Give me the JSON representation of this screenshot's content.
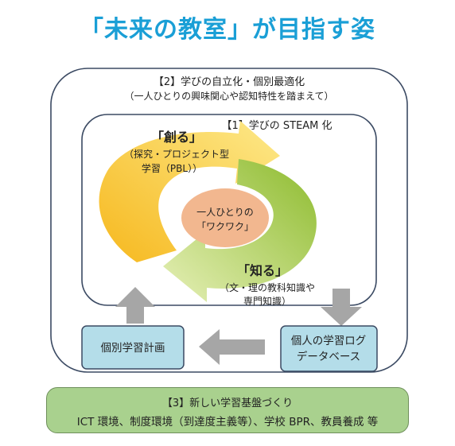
{
  "title": "「未来の教室」が目指す姿",
  "outer_frame": {
    "title": "【2】学びの自立化・個別最適化",
    "subtitle": "（一人ひとりの興味関心や認知特性を踏まえて）"
  },
  "inner_frame": {
    "title": "【1】学びの STEAM 化"
  },
  "cycle": {
    "create": {
      "heading": "「創る」",
      "line1": "（探究・プロジェクト型",
      "line2": "学習（PBL））"
    },
    "know": {
      "heading": "「知る」",
      "line1": "（文・理の教科知識や",
      "line2": "専門知識）"
    },
    "center": {
      "line1": "一人ひとりの",
      "line2": "「ワクワク」"
    }
  },
  "boxes": {
    "plan": "個別学習計画",
    "log_line1": "個人の学習ログ",
    "log_line2": "データベース"
  },
  "foundation": {
    "title": "【3】新しい学習基盤づくり",
    "body": "ICT 環境、制度環境（到達度主義等）、学校 BPR、教員養成 等"
  },
  "colors": {
    "title": "#1a9fd6",
    "create_arrow": "#f5c242",
    "know_arrow": "#a9c94a",
    "center": "#f2b78f",
    "box_fill": "#b4dde9",
    "gray_arrow": "#a6a6a6",
    "foundation_fill": "#a9d18e"
  }
}
